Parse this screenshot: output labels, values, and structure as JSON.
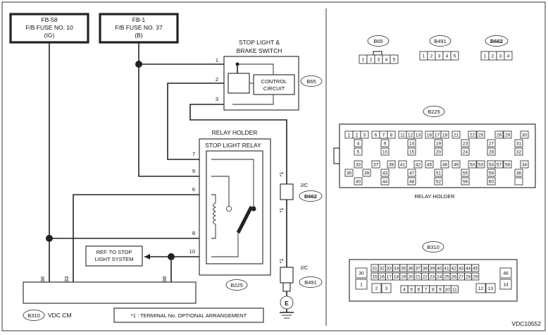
{
  "fuses": [
    {
      "line1": "FB-58",
      "line2": "F/B FUSE NO. 10",
      "line3": "(IG)"
    },
    {
      "line1": "FB-1",
      "line2": "F/B FUSE NO. 37",
      "line3": "(B)"
    }
  ],
  "switch": {
    "title_line1": "STOP LIGHT &",
    "title_line2": "BRAKE SWITCH",
    "control_line1": "CONTROL",
    "control_line2": "CIRCUIT",
    "connector": "B65",
    "pins": [
      "1",
      "2",
      "3"
    ]
  },
  "relay": {
    "holder_title": "RELAY HOLDER",
    "relay_title": "STOP LIGHT RELAY",
    "connector": "B225",
    "pins": [
      "7",
      "9",
      "6",
      "8",
      "10"
    ]
  },
  "junctions": [
    {
      "label": "J/C",
      "connector": "B662",
      "note": "*1"
    },
    {
      "label": "J/C",
      "connector": "B491",
      "note": "*1"
    },
    {
      "note": "*1"
    }
  ],
  "ground": {
    "symbol": "E"
  },
  "vdc": {
    "connector": "B310",
    "label": "VDC CM",
    "pins": [
      "36",
      "33",
      "38"
    ]
  },
  "ref_box": {
    "line1": "REF. TO STOP",
    "line2": "LIGHT SYSTEM"
  },
  "footnote": "*1 : TERMINAL No. OPTIONAL ARRANGEMENT",
  "right_panel": {
    "b65": {
      "name": "B65",
      "pins": [
        "1",
        "2",
        "3",
        "4",
        "5"
      ]
    },
    "b491": {
      "name": "B491",
      "pins": [
        "1",
        "2",
        "3",
        "4",
        "5"
      ]
    },
    "b662": {
      "name": "B662",
      "pins": [
        "1",
        "2",
        "3",
        "4"
      ]
    },
    "b225": {
      "name": "B225",
      "caption": "RELAY HOLDER",
      "pins": [
        "1",
        "2",
        "3",
        "6",
        "7",
        "8",
        "11",
        "12",
        "13",
        "16",
        "17",
        "18",
        "21",
        "22",
        "25",
        "26",
        "29",
        "30",
        "4",
        "9",
        "14",
        "19",
        "23",
        "27",
        "31",
        "5",
        "10",
        "15",
        "20",
        "24",
        "28",
        "32",
        "33",
        "37",
        "38",
        "41",
        "42",
        "45",
        "46",
        "49",
        "50",
        "53",
        "54",
        "57",
        "58",
        "34",
        "35",
        "39",
        "43",
        "47",
        "51",
        "55",
        "59",
        "36",
        "40",
        "44",
        "48",
        "52",
        "56",
        "60"
      ]
    },
    "b310": {
      "name": "B310",
      "pins": [
        "31",
        "32",
        "33",
        "34",
        "35",
        "36",
        "37",
        "38",
        "39",
        "40",
        "41",
        "42",
        "43",
        "44",
        "45",
        "15",
        "16",
        "17",
        "18",
        "19",
        "20",
        "21",
        "22",
        "23",
        "24",
        "25",
        "26",
        "27",
        "28",
        "29",
        "30",
        "1",
        "2",
        "3",
        "4",
        "5",
        "6",
        "7",
        "8",
        "9",
        "10",
        "11",
        "12",
        "13",
        "46",
        "14"
      ]
    }
  },
  "diagram_code": "VDC10552"
}
